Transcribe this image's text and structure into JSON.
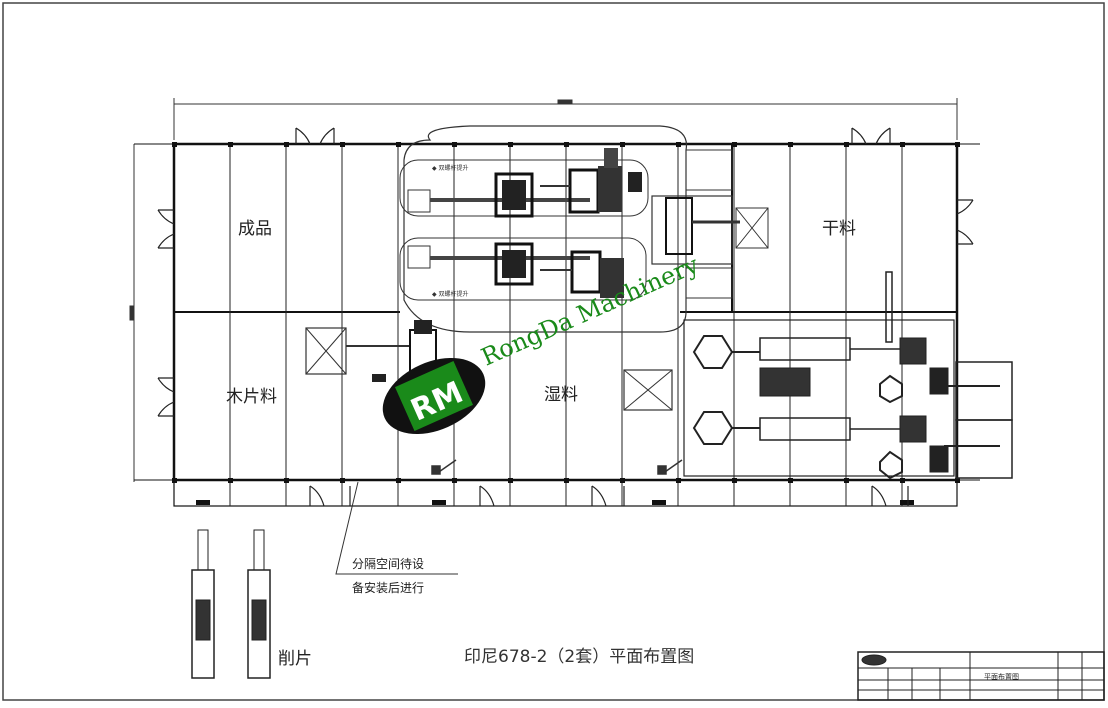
{
  "rooms": {
    "finished_product": "成品",
    "dry_material": "干料",
    "wood_chips": "木片料",
    "wet_material": "湿料"
  },
  "note": {
    "line1": "分隔空间待设",
    "line2": "备安装后进行"
  },
  "chipper_label": "削片",
  "drawing_title": "印尼678-2（2套）平面布置图",
  "watermark": {
    "text": "RongDa Machinery",
    "logo_letters": "RM",
    "color": "#1a8a1a"
  },
  "title_block": {
    "sheet_name": "平面布置图"
  }
}
